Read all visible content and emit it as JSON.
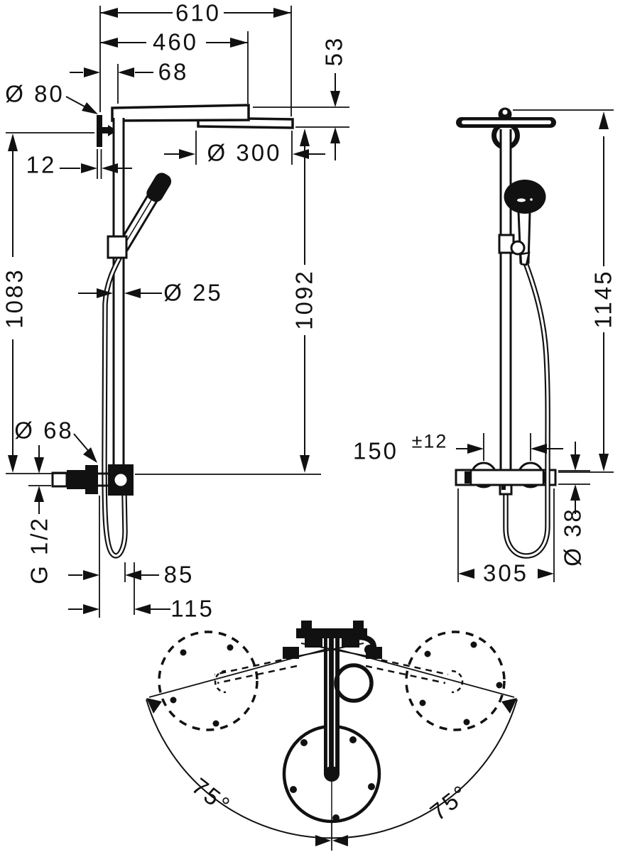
{
  "document": {
    "type": "technical-dimension-drawing",
    "subject": "Showerpipe with overhead shower, hand shower and thermostat",
    "units": "mm"
  },
  "colors": {
    "ink": "#111111",
    "background": "#ffffff"
  },
  "labels": {
    "total_width": "610",
    "arm_projection": "460",
    "wall_offset": "68",
    "escutcheon_dia_top": "Ø 80",
    "bracket_depth": "12",
    "head_diameter": "Ø 300",
    "drop_height": "53",
    "bracket_height": "1083",
    "pipe_diameter": "Ø 25",
    "head_height": "1092",
    "escutcheon_dia_bottom": "Ø 68",
    "thread_size": "G 1/2",
    "hose_inner": "85",
    "hose_outer": "115",
    "total_height": "1145",
    "supply_spacing": "150",
    "supply_tolerance": "±12",
    "valve_diameter": "Ø 38",
    "valve_width": "305",
    "swivel_left": "75°",
    "swivel_right": "75°"
  }
}
